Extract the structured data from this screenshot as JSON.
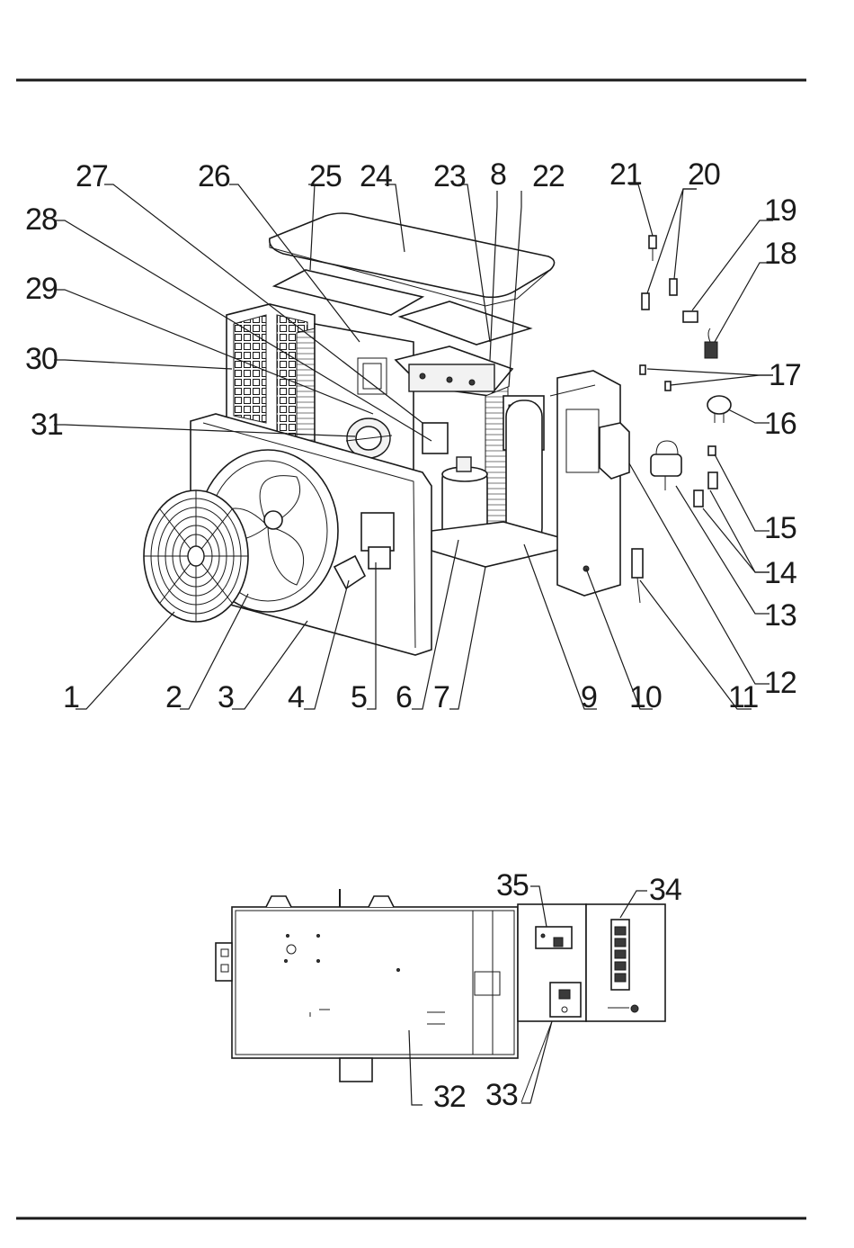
{
  "exploded_view": {
    "callouts": [
      "1",
      "2",
      "3",
      "4",
      "5",
      "6",
      "7",
      "8",
      "9",
      "10",
      "11",
      "12",
      "13",
      "14",
      "15",
      "16",
      "17",
      "18",
      "19",
      "20",
      "21",
      "22",
      "23",
      "24",
      "25",
      "26",
      "27",
      "28",
      "29",
      "30",
      "31"
    ]
  },
  "control_box_view": {
    "callouts": [
      "32",
      "33",
      "34",
      "35"
    ]
  }
}
